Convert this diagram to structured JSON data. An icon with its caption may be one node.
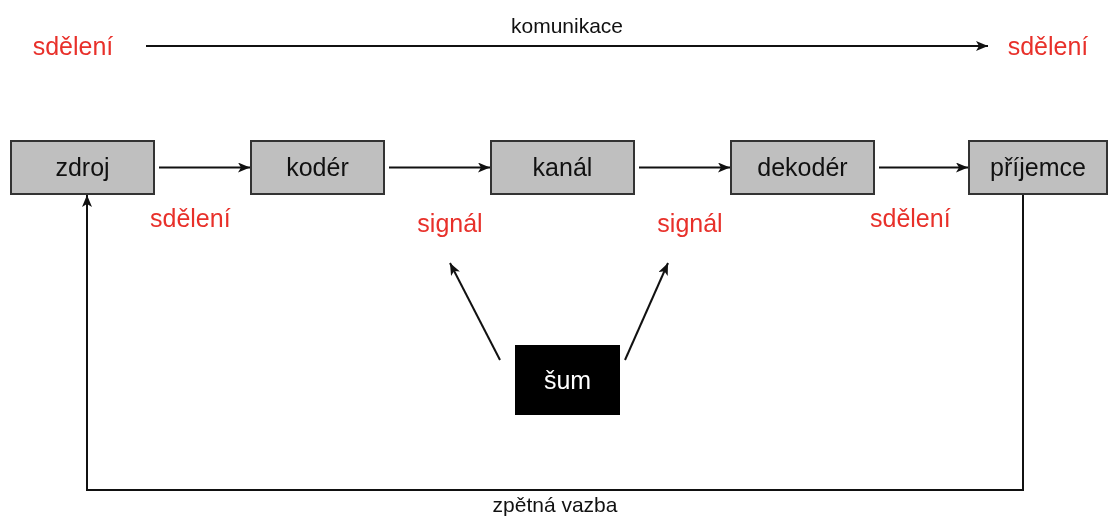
{
  "diagram": {
    "nodes": [
      {
        "text": [
          "sdělení"
        ]
      },
      {
        "text": [
          "sdělení"
        ]
      },
      {
        "text": [
          "zdroj"
        ]
      },
      {
        "text": [
          "kodér"
        ]
      },
      {
        "text": [
          "kanál"
        ]
      },
      {
        "text": [
          "dekodér"
        ]
      },
      {
        "text": [
          "příjemce"
        ]
      },
      {
        "text": [
          "šum"
        ]
      },
      {
        "text": [
          "signál"
        ]
      },
      {
        "text": [
          "signál"
        ]
      }
    ],
    "edges": [
      {
        "from": 0,
        "to": 1,
        "arrow": "to",
        "label": "komunikace"
      },
      {
        "from": 2,
        "to": 3,
        "arrow": "to"
      },
      {
        "from": 3,
        "to": 4,
        "arrow": "to"
      },
      {
        "from": 4,
        "to": 5,
        "arrow": "to"
      },
      {
        "from": 5,
        "to": 6,
        "arrow": "to"
      },
      {
        "from": 7,
        "to": 8,
        "arrow": "to"
      },
      {
        "from": 7,
        "to": 9,
        "arrow": "to"
      },
      {
        "from": 6,
        "to": 2,
        "arrow": "to",
        "label": "zpětná vazba"
      }
    ],
    "labels": [
      "sdělení",
      "sdělení"
    ]
  }
}
